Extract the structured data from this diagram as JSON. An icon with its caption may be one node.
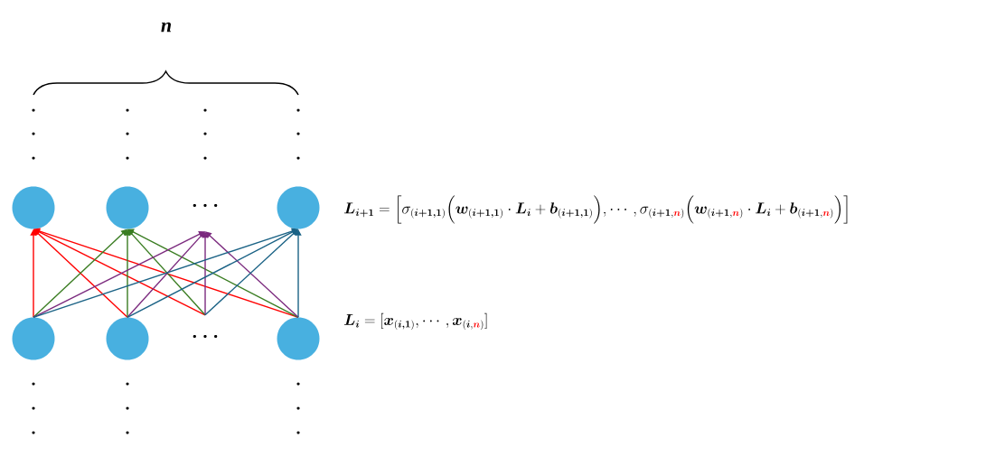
{
  "diagram": {
    "nodes": [
      {
        "text": [],
        "shape": "circle"
      },
      {
        "text": [],
        "shape": "circle"
      },
      {
        "text": [
          "· · ·"
        ]
      },
      {
        "text": [],
        "shape": "circle"
      },
      {
        "text": [],
        "shape": "circle"
      },
      {
        "text": [],
        "shape": "circle"
      },
      {
        "text": [
          "· · ·"
        ]
      },
      {
        "text": [],
        "shape": "circle"
      }
    ],
    "edges": [
      {
        "from": 4,
        "to": 0,
        "arrow": "to",
        "color": "#ff0000"
      },
      {
        "from": 5,
        "to": 0,
        "arrow": "to",
        "color": "#ff0000"
      },
      {
        "from": 6,
        "to": 0,
        "arrow": "to",
        "color": "#ff0000"
      },
      {
        "from": 7,
        "to": 0,
        "arrow": "to",
        "color": "#ff0000"
      },
      {
        "from": 4,
        "to": 1,
        "arrow": "to",
        "color": "#3a7d22"
      },
      {
        "from": 5,
        "to": 1,
        "arrow": "to",
        "color": "#3a7d22"
      },
      {
        "from": 6,
        "to": 1,
        "arrow": "to",
        "color": "#3a7d22"
      },
      {
        "from": 7,
        "to": 1,
        "arrow": "to",
        "color": "#3a7d22"
      },
      {
        "from": 4,
        "to": 2,
        "arrow": "to",
        "color": "#7b2a7e"
      },
      {
        "from": 5,
        "to": 2,
        "arrow": "to",
        "color": "#7b2a7e"
      },
      {
        "from": 6,
        "to": 2,
        "arrow": "to",
        "color": "#7b2a7e"
      },
      {
        "from": 7,
        "to": 2,
        "arrow": "to",
        "color": "#7b2a7e"
      },
      {
        "from": 4,
        "to": 3,
        "arrow": "to",
        "color": "#1a6285"
      },
      {
        "from": 5,
        "to": 3,
        "arrow": "to",
        "color": "#1a6285"
      },
      {
        "from": 6,
        "to": 3,
        "arrow": "to",
        "color": "#1a6285"
      },
      {
        "from": 7,
        "to": 3,
        "arrow": "to",
        "color": "#1a6285"
      }
    ],
    "labels": [
      "n",
      "\\bm{L_{i+1}} = \\Big[\\sigma_{(\\bm{i+1,1})}\\Big(\\bm{w}_{(\\bm{i+1,1})}\\cdot \\bm{L_i} + \\bm{b}_{(\\bm{i+1,1})}\\Big),\\cdots,\\sigma_{(\\bm{i+1},\\textcolor{red}{\\bm{n}})}\\Big(\\bm{w}_{(\\bm{i+1},\\textcolor{red}{\\bm{n}})}\\cdot\\bm{L_i}+\\bm{b}_{(\\bm{i+1},\\textcolor{red}{\\bm{n}})}\\Big)\\Big]",
      "\\bm{L_i} = [\\bm{x}_{(\\bm{i,1})},\\cdots,\\bm{x}_{(\\bm{i},\\textcolor{red}{\\bm{n}})}]"
    ]
  }
}
